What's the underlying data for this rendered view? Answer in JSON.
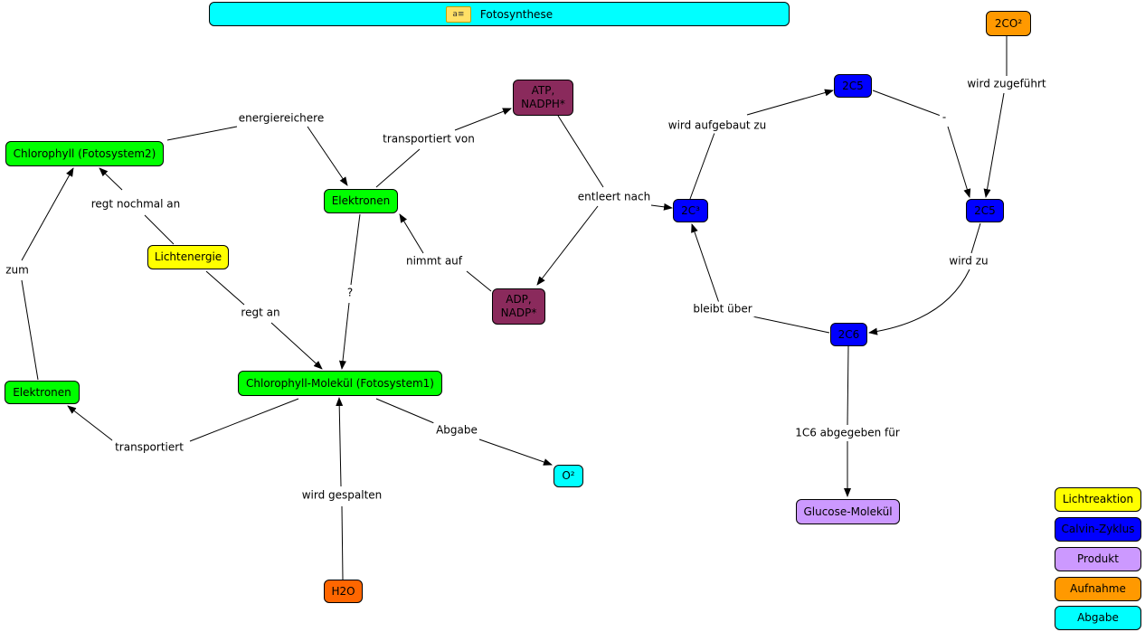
{
  "title": "Fotosynthese",
  "title_icon": "concept-map-icon",
  "nodes": {
    "chlorophyll_fs2": "Chlorophyll (Fotosystem2)",
    "elektronen_top": "Elektronen",
    "atp_nadph": "ATP,\nNADPH*",
    "adp_nadp": "ADP,\nNADP*",
    "lichtenergie": "Lichtenergie",
    "chlorophyll_fs1": "Chlorophyll-Molekül (Fotosystem1)",
    "elektronen_left": "Elektronen",
    "o2": "O²",
    "h2o": "H2O",
    "c3": "2C³",
    "c5_top": "2C5",
    "c5_right": "2C5",
    "co2": "2CO²",
    "c6": "2C6",
    "glucose": "Glucose-Molekül"
  },
  "edge_labels": {
    "energiereichere": "energiereichere",
    "transportiert_von": "transportiert von",
    "regt_nochmal_an": "regt nochmal an",
    "entleert_nach": "entleert nach",
    "nimmt_auf": "nimmt auf",
    "fragezeichen": "?",
    "zum": "zum",
    "regt_an": "regt an",
    "transportiert": "transportiert",
    "abgabe": "Abgabe",
    "wird_gespalten": "wird gespalten",
    "wird_aufgebaut_zu": "wird aufgebaut zu",
    "strich": "-",
    "wird_zugefuehrt": "wird zugeführt",
    "wird_zu": "wird zu",
    "bleibt_ueber": "bleibt über",
    "c6_abgegeben": "1C6 abgegeben für"
  },
  "legend": [
    {
      "label": "Lichtreaktion",
      "color": "#ffff00"
    },
    {
      "label": "Calvin-Zyklus",
      "color": "#0000ff"
    },
    {
      "label": "Produkt",
      "color": "#cc99ff"
    },
    {
      "label": "Aufnahme",
      "color": "#ff9900"
    },
    {
      "label": "Abgabe",
      "color": "#00ffff"
    }
  ],
  "colors": {
    "lichtreaktion_node": "#00ff00",
    "energy": "#ffff00",
    "carrier": "#8a2a5c",
    "calvin": "#0000ff",
    "aufnahme": "#ff9900",
    "h2o": "#ff6600",
    "abgabe": "#00ffff",
    "produkt": "#cc99ff"
  }
}
